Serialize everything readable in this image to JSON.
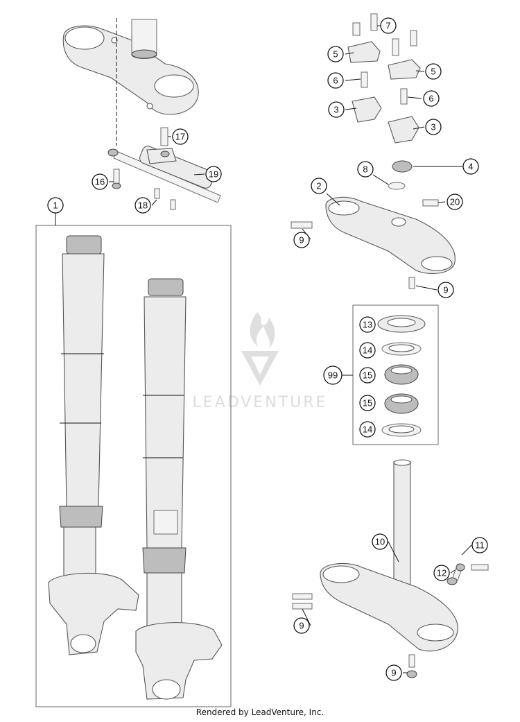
{
  "callouts": [
    "1",
    "2",
    "3",
    "3",
    "4",
    "5",
    "5",
    "6",
    "6",
    "7",
    "8",
    "9",
    "9",
    "9",
    "9",
    "10",
    "11",
    "12",
    "13",
    "14",
    "15",
    "15",
    "14",
    "16",
    "17",
    "18",
    "19",
    "20",
    "99"
  ],
  "watermark": {
    "text": "LEADVENTURE"
  },
  "footer": {
    "text": "Rendered by LeadVenture, Inc."
  }
}
